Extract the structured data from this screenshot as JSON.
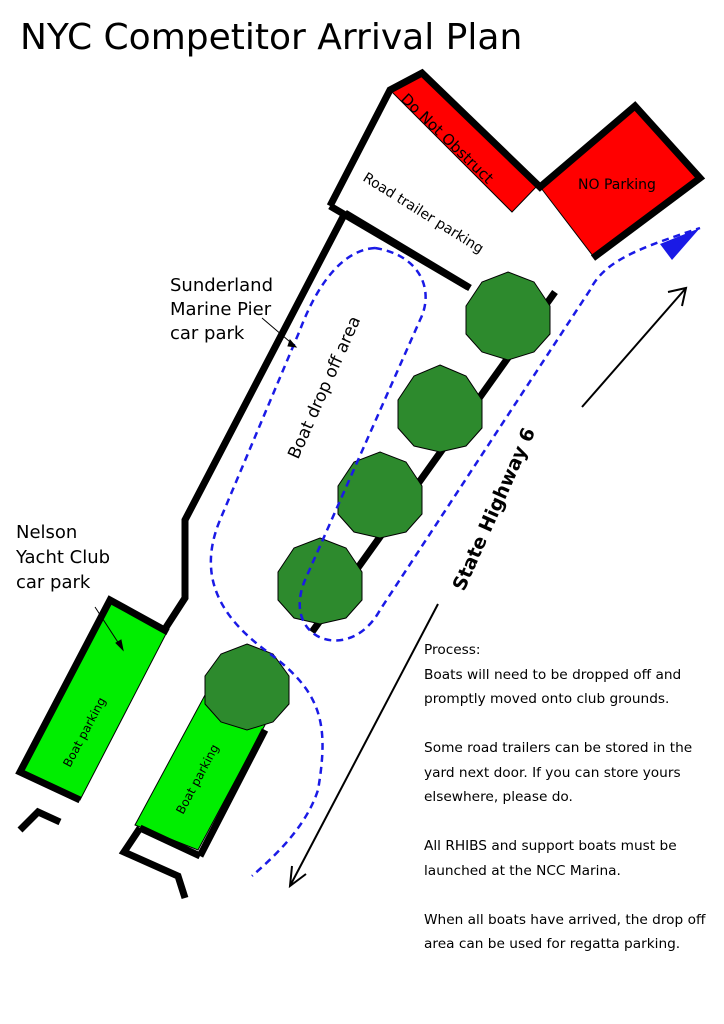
{
  "title": "NYC Competitor Arrival Plan",
  "labels": {
    "do_not_obstruct": "Do Not Obstruct",
    "no_parking": "NO Parking",
    "road_trailer_parking": "Road trailer parking",
    "sunderland_line1": "Sunderland",
    "sunderland_line2": "Marine Pier",
    "sunderland_line3": "car park",
    "boat_drop_off_area": "Boat drop off area",
    "state_highway": "State Highway 6",
    "nelson_line1": "Nelson",
    "nelson_line2": "Yacht Club",
    "nelson_line3": "car park",
    "boat_parking_left": "Boat parking",
    "boat_parking_right": "Boat parking"
  },
  "process": {
    "heading": "Process:",
    "paragraphs": [
      "Boats will need to be dropped off and promptly moved onto club grounds.",
      "Some road trailers can be stored in the yard next door. If you can store yours elsewhere, please do.",
      "All RHIBS and support boats must be launched at the NCC Marina.",
      "When all boats have arrived, the drop off area can be used for regatta parking."
    ]
  },
  "colors": {
    "red_zone": "#ff0000",
    "boat_parking": "#00ee00",
    "tree": "#2d8a2d",
    "route": "#1a1ae6",
    "wall": "#000000"
  },
  "icons": {
    "tree": "tree-icon",
    "route_arrow": "route-arrow-icon",
    "direction_arrow": "direction-arrow-icon"
  }
}
